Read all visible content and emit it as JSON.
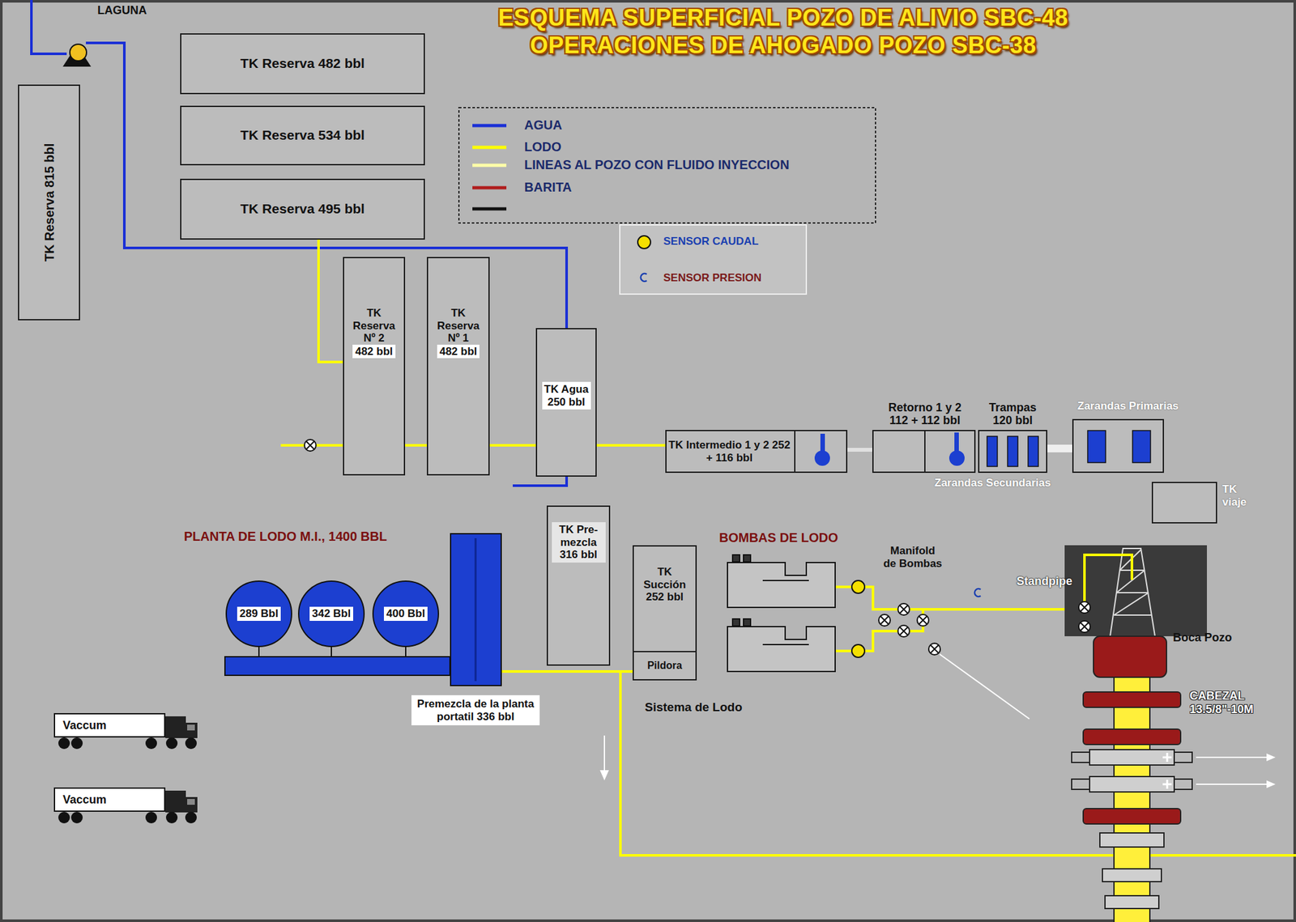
{
  "diagram": {
    "title": "ESQUEMA SUPERFICIAL POZO DE ALIVIO SBC-48 OPERACIONES DE AHOGADO POZO SBC-38",
    "nodes": [
      {
        "text": [
          "TK Reserva 815 bbl"
        ]
      },
      {
        "text": [
          "TK Reserva 482 bbl"
        ]
      },
      {
        "text": [
          "TK Reserva 534 bbl"
        ]
      },
      {
        "text": [
          "TK Reserva 495 bbl"
        ]
      },
      {
        "text": [
          "TK Reserva Nº 2",
          "482 bbl"
        ]
      },
      {
        "text": [
          "TK Reserva Nº 1",
          "482 bbl"
        ]
      },
      {
        "text": [
          "TK Agua 250 bbl"
        ]
      },
      {
        "text": [
          "TK Intermedio 1 y 2 252 + 116 bbl"
        ]
      },
      {
        "text": [
          "Retorno 1 y 2 112 + 112 bbl"
        ]
      },
      {
        "text": [
          "Trampas 120 bbl"
        ]
      },
      {
        "text": [
          "Zarandas Primarias"
        ]
      },
      {
        "text": [
          "TK viaje"
        ]
      },
      {
        "text": [
          "289 Bbl"
        ]
      },
      {
        "text": [
          "342 Bbl"
        ]
      },
      {
        "text": [
          "400 Bbl"
        ]
      },
      {
        "text": [
          "Premezcla de la planta portatil 336 bbl"
        ]
      },
      {
        "text": [
          "TK Pre-mezcla 316 bbl"
        ]
      },
      {
        "text": [
          "TK Succión 252 bbl"
        ]
      },
      {
        "text": [
          "Pildora"
        ],
        "in": 17
      },
      {
        "text": [
          "Vaccum"
        ]
      },
      {
        "text": [
          "Vaccum"
        ]
      }
    ],
    "edges": [
      {
        "from": 3,
        "to": 4,
        "arrow": "none"
      },
      {
        "from": 4,
        "to": 5,
        "arrow": "none"
      },
      {
        "from": 5,
        "to": 6,
        "arrow": "none"
      },
      {
        "from": 6,
        "to": 7,
        "arrow": "none"
      },
      {
        "from": 8,
        "to": 7,
        "arrow": "none"
      },
      {
        "from": 9,
        "to": 10,
        "arrow": "none"
      },
      {
        "from": 15,
        "to": 18,
        "arrow": "none"
      }
    ],
    "labels": [
      "LAGUNA",
      "PLANTA DE LODO M.I., 1400 BBL",
      "BOMBAS DE LODO",
      "Manifold de Bombas",
      "Standpipe",
      "Boca Pozo",
      "Sistema de Lodo",
      "CABEZAL 13.5/8\"-10M",
      "Zarandas Secundarias"
    ],
    "legend": [
      {
        "text": "AGUA",
        "color": "#1a2fd6"
      },
      {
        "text": "LODO",
        "color": "#ffff00"
      },
      {
        "text": "LINEAS AL POZO CON FLUIDO INYECCION",
        "color": "#ffffa8"
      },
      {
        "text": "BARITA",
        "color": "#b01c1c"
      },
      {
        "text": "SENSOR CAUDAL"
      },
      {
        "text": "SENSOR PRESION"
      }
    ]
  }
}
